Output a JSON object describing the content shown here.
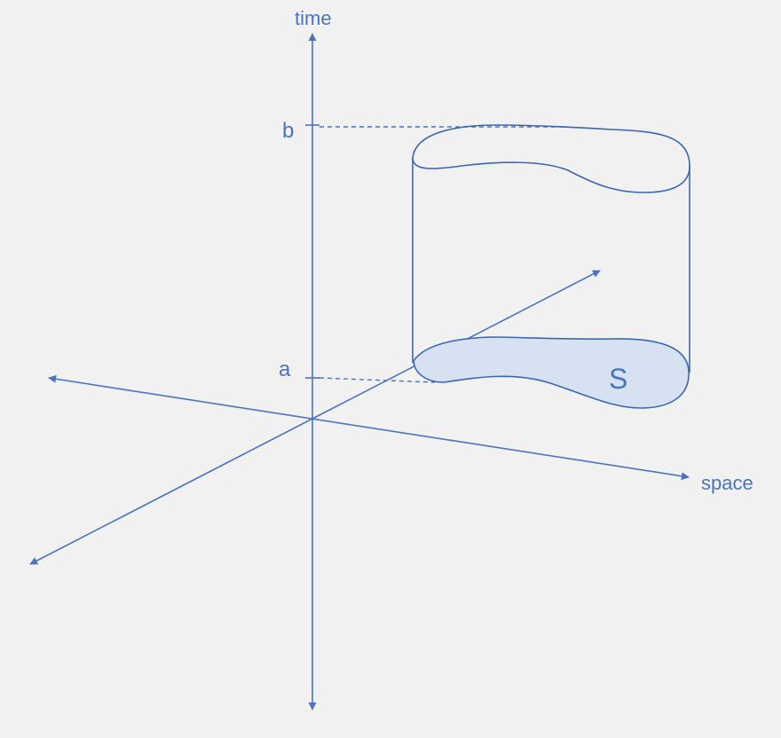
{
  "diagram": {
    "labels": {
      "time_axis": "time",
      "space_axis": "space",
      "upper_bound": "b",
      "lower_bound": "a",
      "region": "S"
    },
    "colors": {
      "stroke": "#4a73c0",
      "region_fill": "#d6e1f1",
      "background": "#f1f1f1"
    }
  }
}
